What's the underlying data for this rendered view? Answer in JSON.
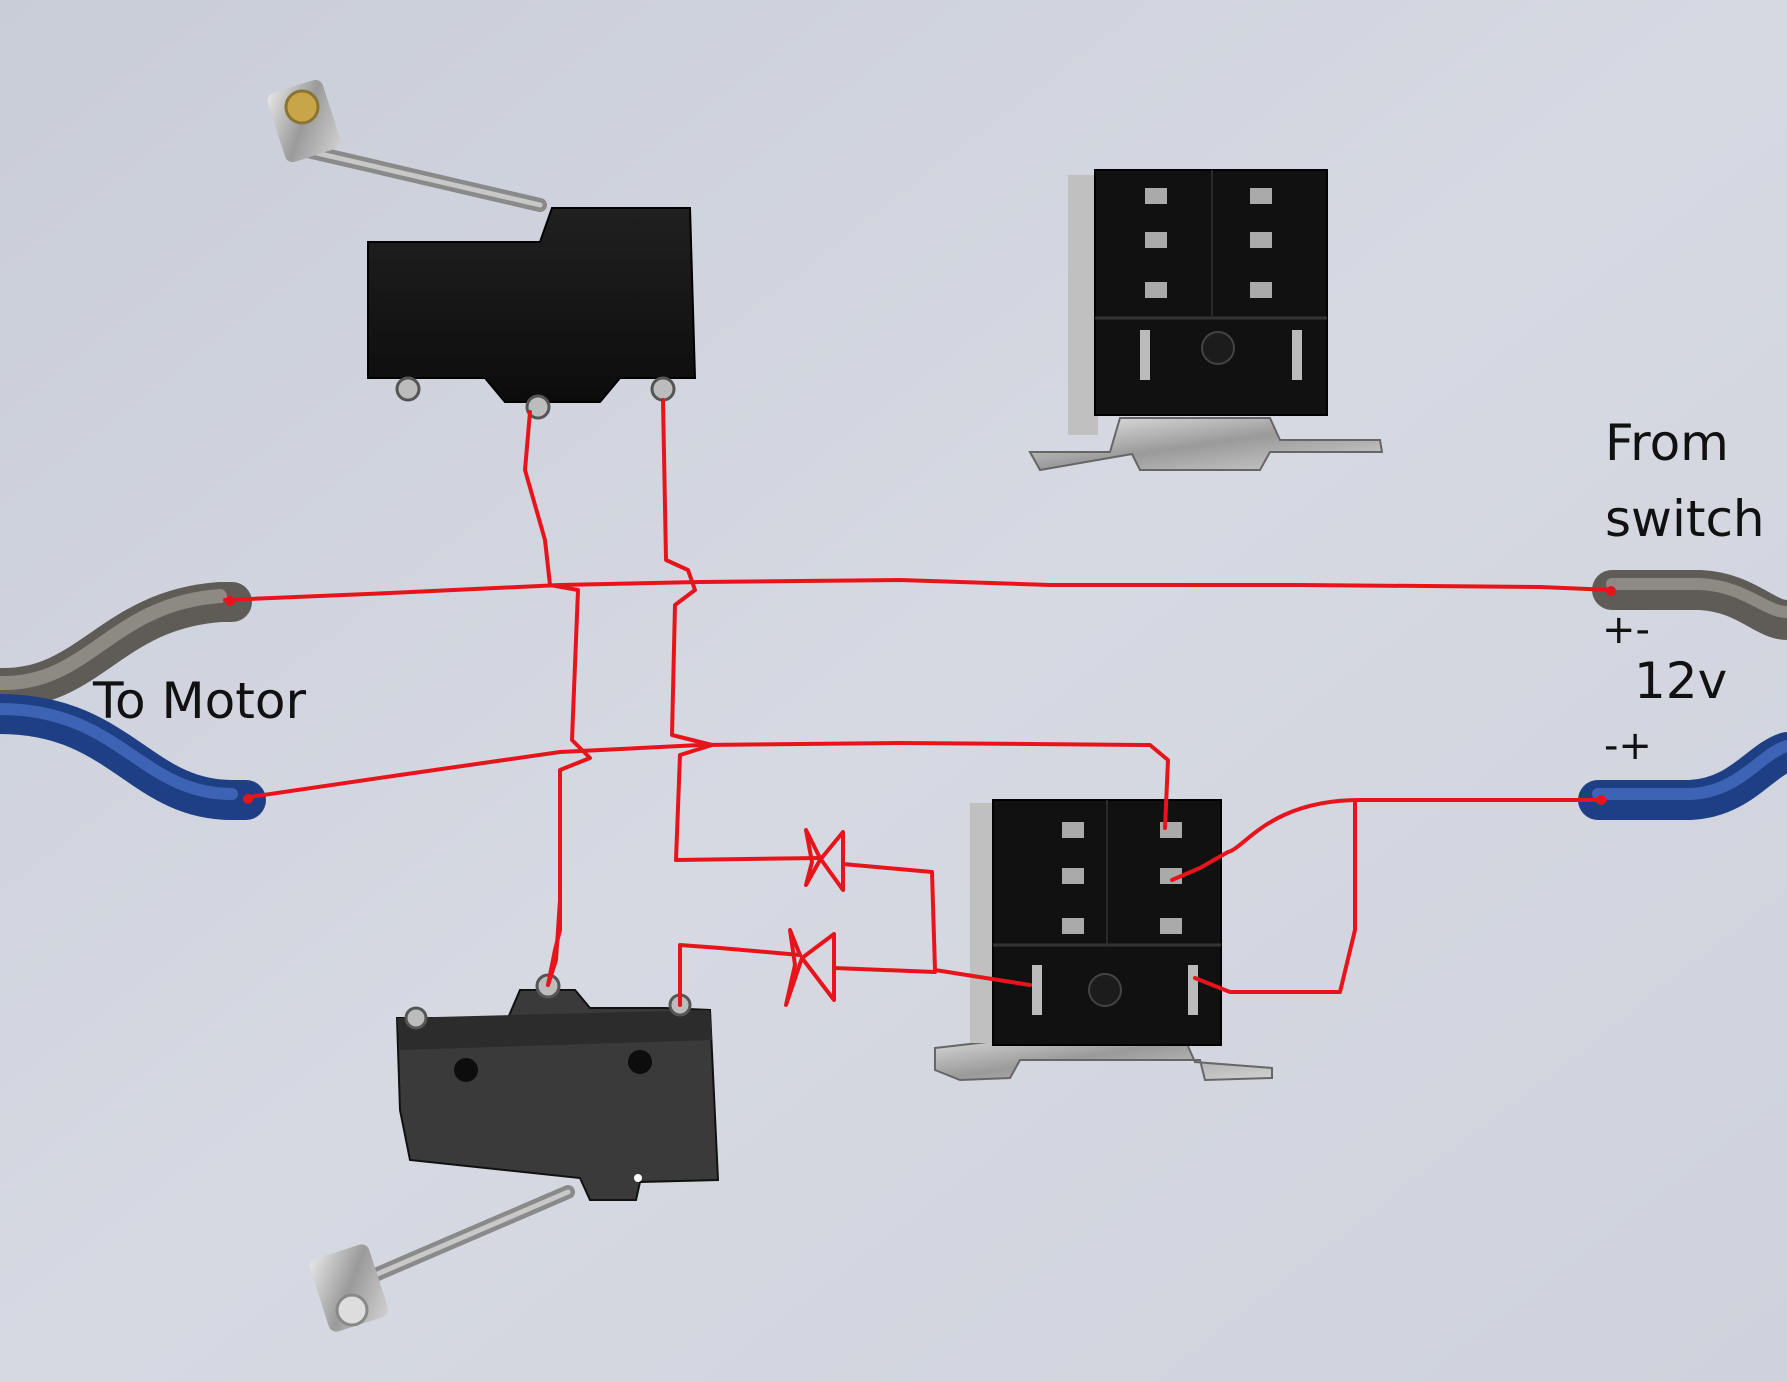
{
  "labels": {
    "to_motor": "To Motor",
    "from_switch_line1": "From",
    "from_switch_line2": "switch",
    "polarity_top": "+-",
    "voltage": "12v",
    "polarity_bottom": "-+"
  },
  "colors": {
    "board": "#d2d6e0",
    "wire": "#e8141c",
    "cable_grey": "#7d7a74",
    "cable_blue": "#2b4f9a",
    "component_body": "#141414"
  },
  "components": [
    {
      "kind": "limit-switch",
      "name": "top-limit-switch"
    },
    {
      "kind": "relay",
      "name": "top-relay"
    },
    {
      "kind": "limit-switch",
      "name": "bottom-limit-switch"
    },
    {
      "kind": "relay",
      "name": "bottom-relay"
    },
    {
      "kind": "diode",
      "name": "upper-diode"
    },
    {
      "kind": "diode",
      "name": "lower-diode"
    }
  ]
}
